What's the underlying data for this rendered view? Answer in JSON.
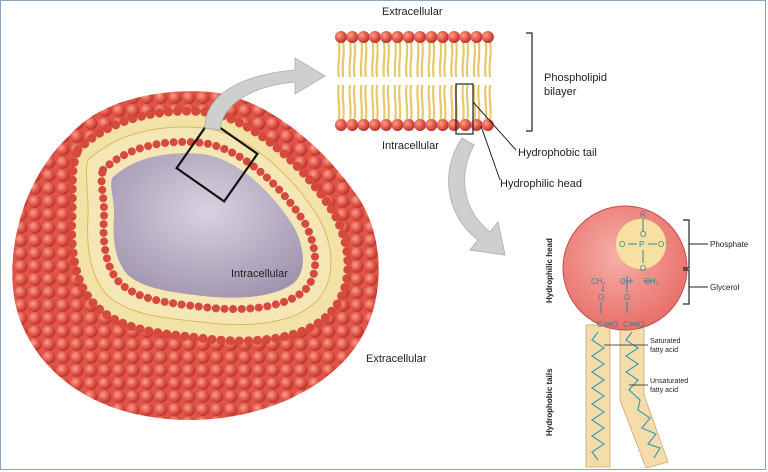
{
  "labels": {
    "extracellular_top": "Extracellular",
    "phospholipid_bilayer_line1": "Phospholipid",
    "phospholipid_bilayer_line2": "bilayer",
    "intracellular_top": "Intracellular",
    "hydrophobic_tail": "Hydrophobic tail",
    "hydrophilic_head": "Hydrophilic head",
    "intracellular_cell": "Intracellular",
    "extracellular_cell": "Extracellular",
    "phosphate": "Phosphate",
    "glycerol": "Glycerol",
    "saturated_line1": "Saturated",
    "saturated_line2": "fatty acid",
    "unsaturated_line1": "Unsaturated",
    "unsaturated_line2": "fatty acid",
    "hydrophilic_head_vertical": "Hydrophilic head",
    "hydrophobic_tails_vertical": "Hydrophobic tails"
  },
  "chemistry": {
    "r": "R",
    "o_left": "O",
    "p": "P",
    "o_right": "O",
    "o_minus": "O⁻",
    "o_bottom": "O",
    "ch2_left": "CH₂",
    "ch": "CH",
    "ch2_right": "CH₂",
    "o_link_left": "O",
    "o_link_right": "O",
    "c_left": "C",
    "o_carbonyl_left": "O",
    "c_right": "C",
    "o_carbonyl_right": "O"
  },
  "colors": {
    "head": "#e8574a",
    "head_dark": "#c13a2e",
    "tail": "#e8c86a",
    "cell_interior": "#b8aec4",
    "molecule_head": "#f08a8a",
    "phosphate_fill": "#f8e0a0",
    "tail_fill": "#f5dcaa",
    "arrow": "#c9c9c9",
    "bond": "#2a8a9a"
  }
}
